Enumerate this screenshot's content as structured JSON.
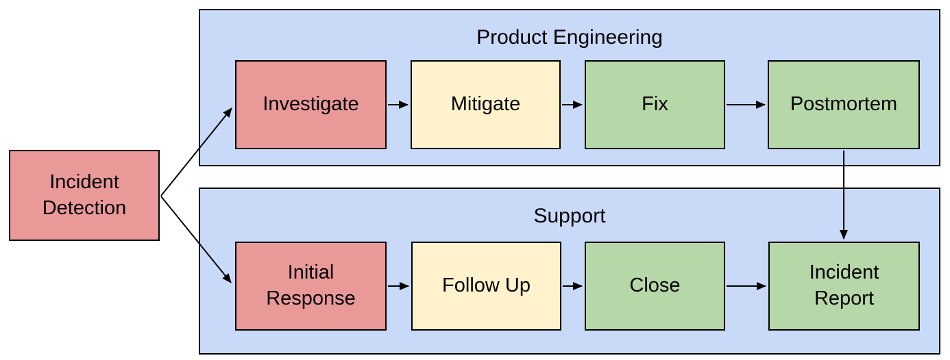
{
  "colors": {
    "lane_fill": "#c9daf8",
    "node_red": "#ea9999",
    "node_yellow": "#fff2cc",
    "node_green": "#b6d7a8",
    "border": "#000000",
    "text": "#000000"
  },
  "start_node": {
    "label": "Incident Detection",
    "color_role": "red"
  },
  "lanes": [
    {
      "title": "Product Engineering",
      "nodes": [
        {
          "label": "Investigate",
          "color_role": "red"
        },
        {
          "label": "Mitigate",
          "color_role": "yellow"
        },
        {
          "label": "Fix",
          "color_role": "green"
        },
        {
          "label": "Postmortem",
          "color_role": "green"
        }
      ]
    },
    {
      "title": "Support",
      "nodes": [
        {
          "label": "Initial Response",
          "color_role": "red"
        },
        {
          "label": "Follow Up",
          "color_role": "yellow"
        },
        {
          "label": "Close",
          "color_role": "green"
        },
        {
          "label": "Incident Report",
          "color_role": "green"
        }
      ]
    }
  ],
  "edges": [
    {
      "from": "Incident Detection",
      "to": "Investigate"
    },
    {
      "from": "Incident Detection",
      "to": "Initial Response"
    },
    {
      "from": "Investigate",
      "to": "Mitigate"
    },
    {
      "from": "Mitigate",
      "to": "Fix"
    },
    {
      "from": "Fix",
      "to": "Postmortem"
    },
    {
      "from": "Postmortem",
      "to": "Incident Report"
    },
    {
      "from": "Initial Response",
      "to": "Follow Up"
    },
    {
      "from": "Follow Up",
      "to": "Close"
    },
    {
      "from": "Close",
      "to": "Incident Report"
    }
  ]
}
